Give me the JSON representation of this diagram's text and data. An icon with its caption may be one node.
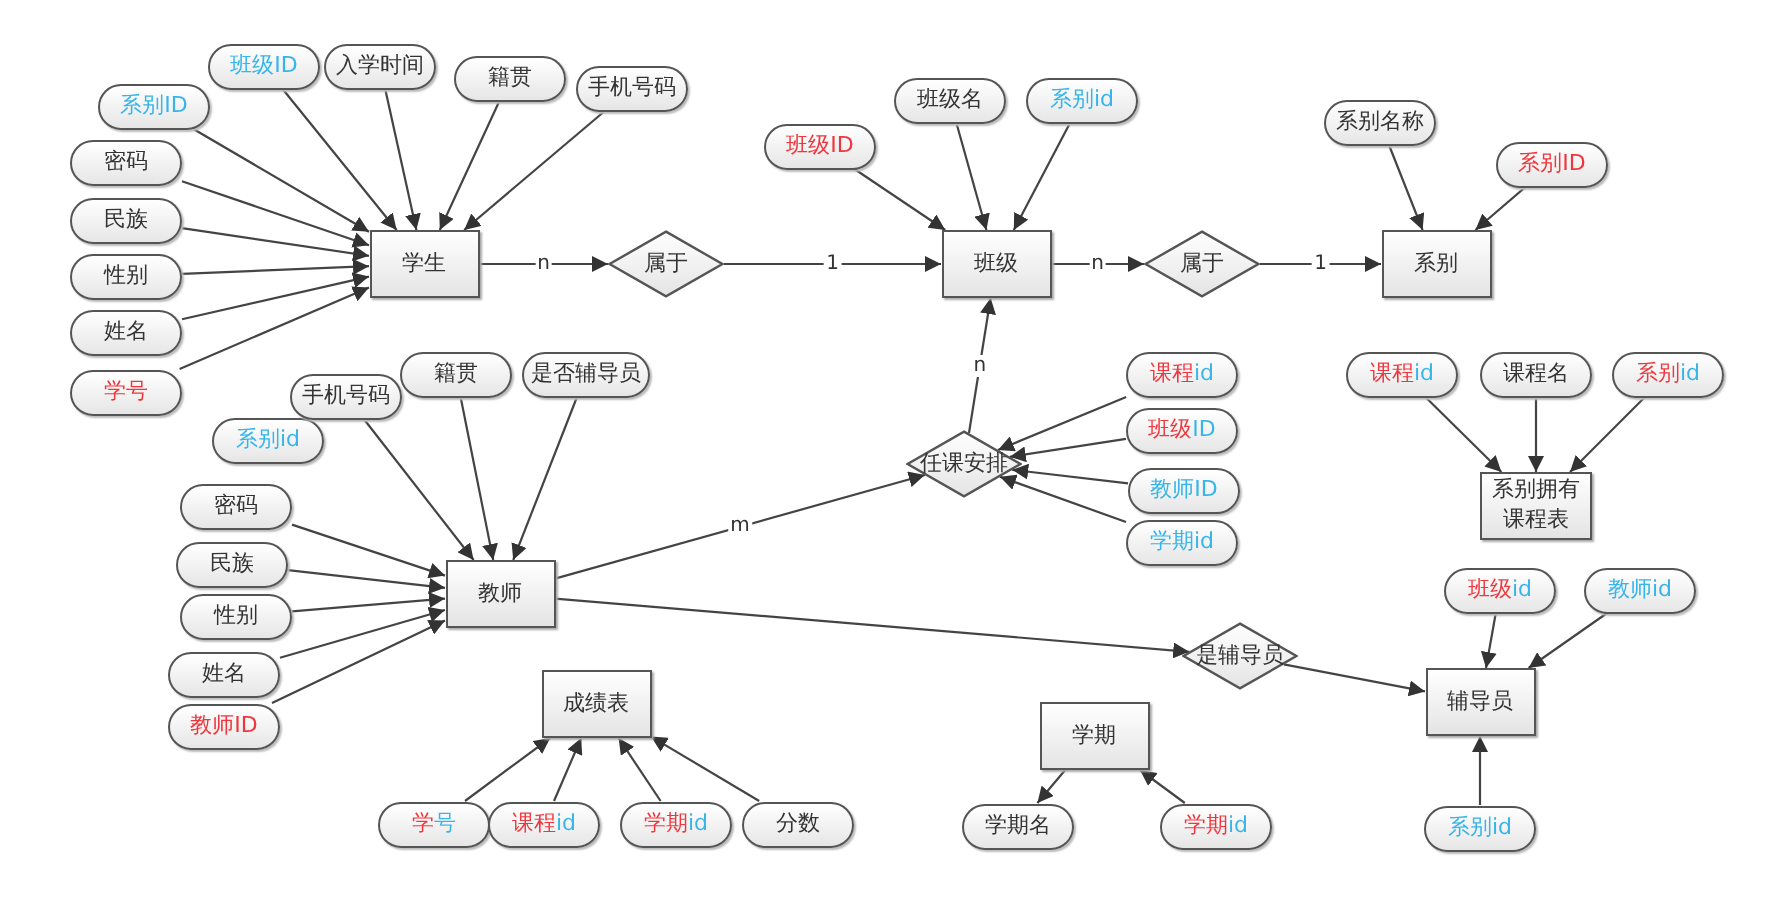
{
  "diagram": {
    "nodes": [
      {
        "text": [
          "学生"
        ]
      },
      {
        "text": [
          "系别ID"
        ]
      },
      {
        "text": [
          "班级ID"
        ]
      },
      {
        "text": [
          "入学时间"
        ]
      },
      {
        "text": [
          "籍贯"
        ]
      },
      {
        "text": [
          "手机号码"
        ]
      },
      {
        "text": [
          "密码"
        ]
      },
      {
        "text": [
          "民族"
        ]
      },
      {
        "text": [
          "性别"
        ]
      },
      {
        "text": [
          "姓名"
        ]
      },
      {
        "text": [
          "学号"
        ]
      },
      {
        "text": [
          "属于"
        ]
      },
      {
        "text": [
          "班级"
        ]
      },
      {
        "text": [
          "班级ID"
        ]
      },
      {
        "text": [
          "班级名"
        ]
      },
      {
        "text": [
          "系别id"
        ]
      },
      {
        "text": [
          "属于"
        ]
      },
      {
        "text": [
          "系别"
        ]
      },
      {
        "text": [
          "系别名称"
        ]
      },
      {
        "text": [
          "系别ID"
        ]
      },
      {
        "text": [
          "任课安排"
        ]
      },
      {
        "text": [
          "课程id"
        ]
      },
      {
        "text": [
          "班级ID"
        ]
      },
      {
        "text": [
          "教师ID"
        ]
      },
      {
        "text": [
          "学期id"
        ]
      },
      {
        "text": [
          "系别拥有课程表"
        ]
      },
      {
        "text": [
          "课程id"
        ]
      },
      {
        "text": [
          "课程名"
        ]
      },
      {
        "text": [
          "系别id"
        ]
      },
      {
        "text": [
          "教师"
        ]
      },
      {
        "text": [
          "系别id"
        ]
      },
      {
        "text": [
          "手机号码"
        ]
      },
      {
        "text": [
          "籍贯"
        ]
      },
      {
        "text": [
          "是否辅导员"
        ]
      },
      {
        "text": [
          "密码"
        ]
      },
      {
        "text": [
          "民族"
        ]
      },
      {
        "text": [
          "性别"
        ]
      },
      {
        "text": [
          "姓名"
        ]
      },
      {
        "text": [
          "教师ID"
        ]
      },
      {
        "text": [
          "是辅导员"
        ]
      },
      {
        "text": [
          "辅导员"
        ]
      },
      {
        "text": [
          "班级id"
        ]
      },
      {
        "text": [
          "教师id"
        ]
      },
      {
        "text": [
          "系别id"
        ]
      },
      {
        "text": [
          "成绩表"
        ]
      },
      {
        "text": [
          "学号"
        ]
      },
      {
        "text": [
          "课程id"
        ]
      },
      {
        "text": [
          "学期id"
        ]
      },
      {
        "text": [
          "分数"
        ]
      },
      {
        "text": [
          "学期"
        ]
      },
      {
        "text": [
          "学期名"
        ]
      },
      {
        "text": [
          "学期id"
        ]
      }
    ],
    "edges": [
      {
        "from": 1,
        "to": 0,
        "arrow": "to"
      },
      {
        "from": 2,
        "to": 0,
        "arrow": "to"
      },
      {
        "from": 3,
        "to": 0,
        "arrow": "to"
      },
      {
        "from": 4,
        "to": 0,
        "arrow": "to"
      },
      {
        "from": 5,
        "to": 0,
        "arrow": "to"
      },
      {
        "from": 6,
        "to": 0,
        "arrow": "to"
      },
      {
        "from": 7,
        "to": 0,
        "arrow": "to"
      },
      {
        "from": 8,
        "to": 0,
        "arrow": "to"
      },
      {
        "from": 9,
        "to": 0,
        "arrow": "to"
      },
      {
        "from": 10,
        "to": 0,
        "arrow": "to"
      },
      {
        "from": 0,
        "to": 11,
        "arrow": "to",
        "label": "n"
      },
      {
        "from": 11,
        "to": 12,
        "arrow": "to",
        "label": "1"
      },
      {
        "from": 13,
        "to": 12,
        "arrow": "to"
      },
      {
        "from": 14,
        "to": 12,
        "arrow": "to"
      },
      {
        "from": 15,
        "to": 12,
        "arrow": "to"
      },
      {
        "from": 12,
        "to": 16,
        "arrow": "to",
        "label": "n"
      },
      {
        "from": 16,
        "to": 17,
        "arrow": "to",
        "label": "1"
      },
      {
        "from": 18,
        "to": 17,
        "arrow": "to"
      },
      {
        "from": 19,
        "to": 17,
        "arrow": "to"
      },
      {
        "from": 20,
        "to": 12,
        "arrow": "to",
        "label": "n"
      },
      {
        "from": 21,
        "to": 20,
        "arrow": "to"
      },
      {
        "from": 22,
        "to": 20,
        "arrow": "to"
      },
      {
        "from": 23,
        "to": 20,
        "arrow": "to"
      },
      {
        "from": 24,
        "to": 20,
        "arrow": "to"
      },
      {
        "from": 26,
        "to": 25,
        "arrow": "to"
      },
      {
        "from": 27,
        "to": 25,
        "arrow": "to"
      },
      {
        "from": 28,
        "to": 25,
        "arrow": "to"
      },
      {
        "from": 29,
        "to": 20,
        "arrow": "to",
        "label": "m"
      },
      {
        "from": 31,
        "to": 29,
        "arrow": "to"
      },
      {
        "from": 32,
        "to": 29,
        "arrow": "to"
      },
      {
        "from": 33,
        "to": 29,
        "arrow": "to"
      },
      {
        "from": 34,
        "to": 29,
        "arrow": "to"
      },
      {
        "from": 35,
        "to": 29,
        "arrow": "to"
      },
      {
        "from": 36,
        "to": 29,
        "arrow": "to"
      },
      {
        "from": 37,
        "to": 29,
        "arrow": "to"
      },
      {
        "from": 38,
        "to": 29,
        "arrow": "to"
      },
      {
        "from": 29,
        "to": 39,
        "arrow": "to"
      },
      {
        "from": 39,
        "to": 40,
        "arrow": "to"
      },
      {
        "from": 41,
        "to": 40,
        "arrow": "to"
      },
      {
        "from": 42,
        "to": 40,
        "arrow": "to"
      },
      {
        "from": 43,
        "to": 40,
        "arrow": "to"
      },
      {
        "from": 45,
        "to": 44,
        "arrow": "to"
      },
      {
        "from": 46,
        "to": 44,
        "arrow": "to"
      },
      {
        "from": 47,
        "to": 44,
        "arrow": "to"
      },
      {
        "from": 48,
        "to": 44,
        "arrow": "to"
      },
      {
        "from": 51,
        "to": 49,
        "arrow": "to"
      },
      {
        "from": 49,
        "to": 50,
        "arrow": "to"
      }
    ]
  }
}
